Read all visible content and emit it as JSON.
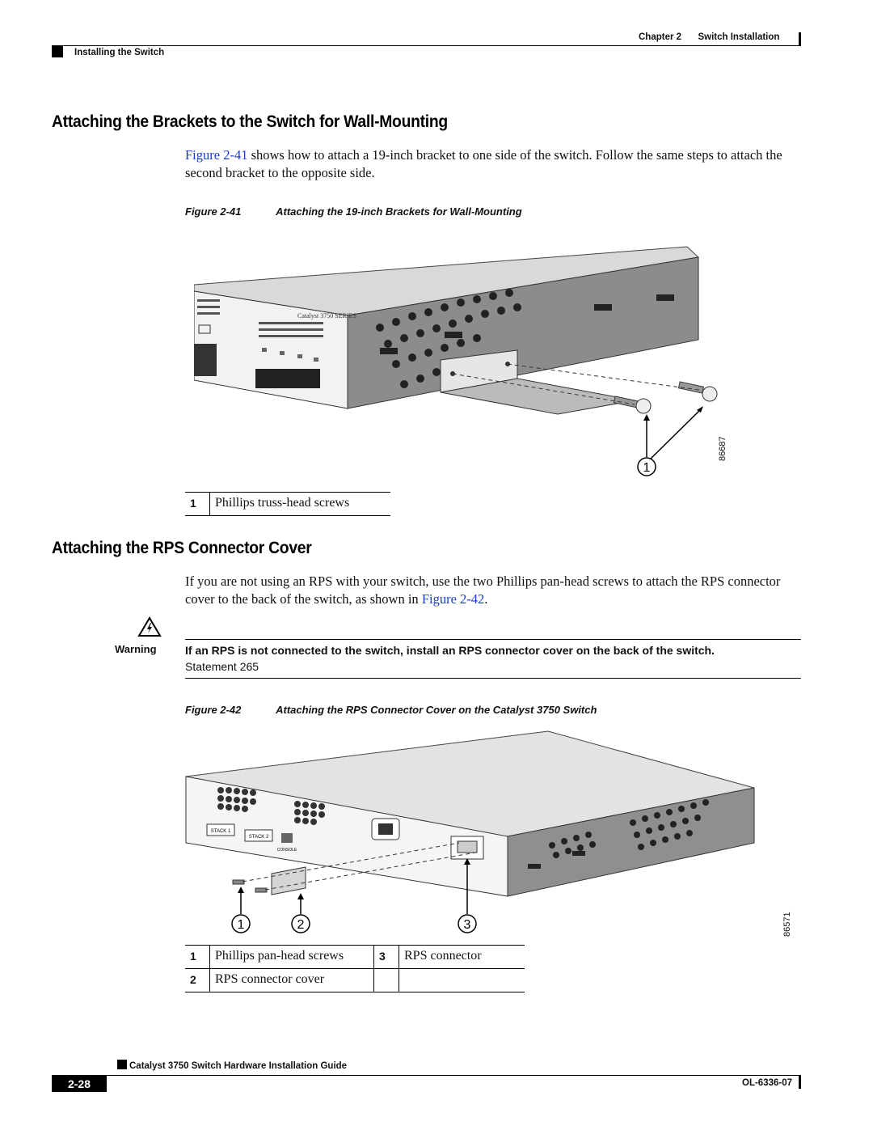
{
  "header": {
    "chapter": "Chapter 2",
    "chapter_title": "Switch Installation",
    "section": "Installing the Switch"
  },
  "section1": {
    "title": "Attaching the Brackets to the Switch for Wall-Mounting",
    "para_link": "Figure 2-41",
    "para_rest": " shows how to attach a 19-inch bracket to one side of the switch. Follow the same steps to attach the second bracket to the opposite side.",
    "figure_label": "Figure 2-41",
    "figure_title": "Attaching the 19-inch Brackets for Wall-Mounting",
    "figure_id": "86687",
    "figure_text": "Catalyst 3750 SERIES",
    "callout_marker": "1",
    "callouts": [
      {
        "num": "1",
        "text": "Phillips truss-head screws"
      }
    ]
  },
  "section2": {
    "title": "Attaching the RPS Connector Cover",
    "para_pre": "If you are not using an RPS with your switch, use the two Phillips pan-head screws to attach the RPS connector cover to the back of the switch, as shown in ",
    "para_link": "Figure 2-42",
    "para_post": ".",
    "warning_label": "Warning",
    "warning_bold": "If an RPS is not connected to the switch, install an RPS connector cover on the back of the switch.",
    "warning_statement": "Statement 265",
    "figure_label": "Figure 2-42",
    "figure_title": "Attaching the RPS Connector Cover on the Catalyst  3750 Switch",
    "figure_id": "86571",
    "figure_stack1": "STACK 1",
    "figure_stack2": "STACK 2",
    "figure_console": "CONSOLE",
    "callout_markers": [
      "1",
      "2",
      "3"
    ],
    "callouts": [
      {
        "num": "1",
        "text": "Phillips pan-head screws",
        "num2": "3",
        "text2": "RPS connector"
      },
      {
        "num": "2",
        "text": "RPS connector cover",
        "num2": "",
        "text2": ""
      }
    ]
  },
  "footer": {
    "guide_title": "Catalyst 3750 Switch Hardware Installation Guide",
    "page_number": "2-28",
    "doc_number": "OL-6336-07"
  }
}
